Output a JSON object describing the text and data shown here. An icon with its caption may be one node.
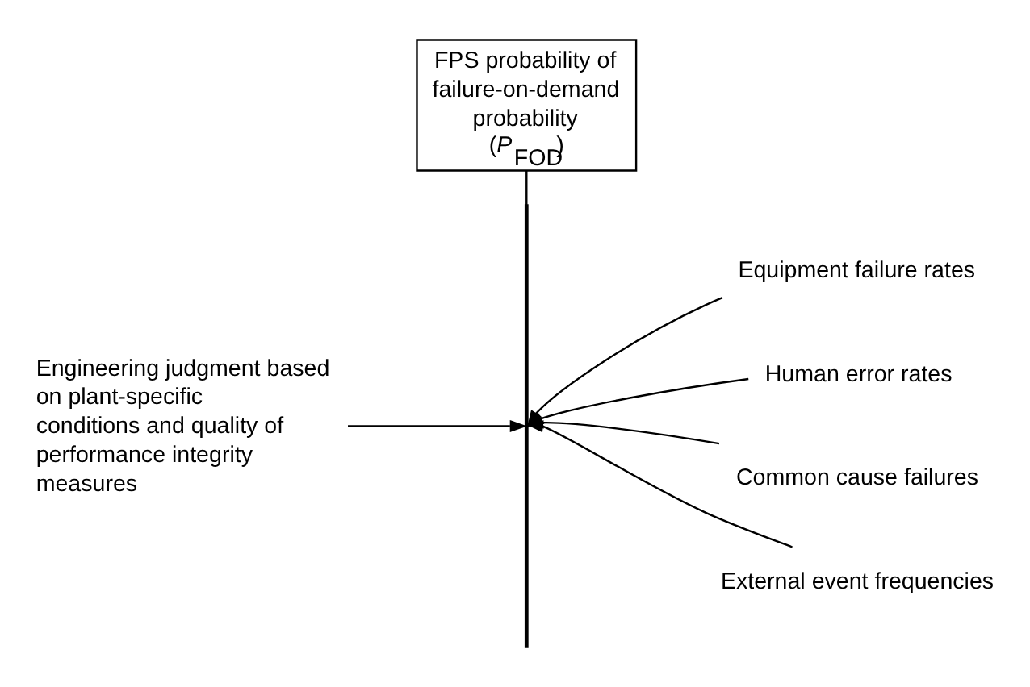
{
  "diagram": {
    "nodes": [
      {
        "text": [
          "FPS probability of failure-on-demand probability (*P*$_{FOD}$)"
        ]
      },
      {
        "text": [],
        "shape": "bar"
      },
      {
        "text": [
          "Equipment failure rates"
        ]
      },
      {
        "text": [
          "Human error rates"
        ]
      },
      {
        "text": [
          "Common cause failures"
        ]
      },
      {
        "text": [
          "External event frequencies"
        ]
      },
      {
        "text": [
          "Engineering judgment based on plant-specific conditions and quality of performance integrity measures"
        ]
      }
    ],
    "edges": [
      {
        "from": 0,
        "to": 1,
        "arrow": "none"
      },
      {
        "from": 2,
        "to": 1,
        "arrow": "to"
      },
      {
        "from": 3,
        "to": 1,
        "arrow": "to"
      },
      {
        "from": 4,
        "to": 1,
        "arrow": "to"
      },
      {
        "from": 5,
        "to": 1,
        "arrow": "to"
      },
      {
        "from": 6,
        "to": 1,
        "arrow": "to"
      }
    ]
  }
}
